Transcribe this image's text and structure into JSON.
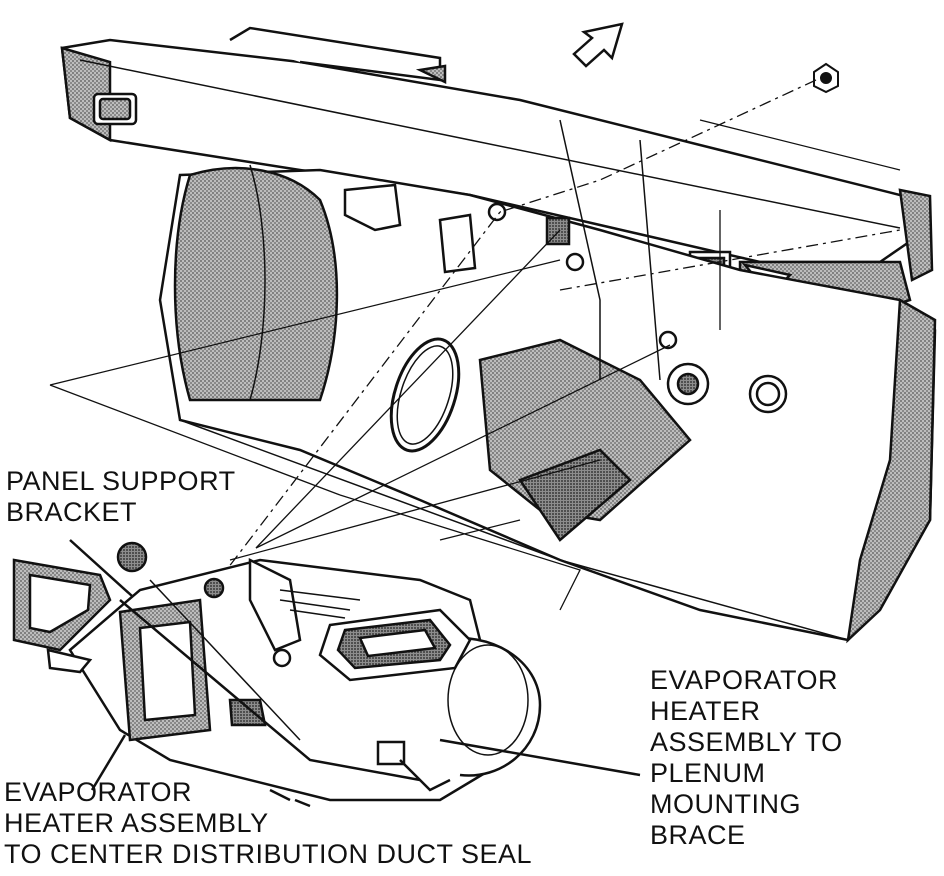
{
  "labels": {
    "panel_support_bracket": [
      "PANEL SUPPORT",
      "BRACKET"
    ],
    "evaporator_mounting_brace": [
      "EVAPORATOR",
      "HEATER",
      "ASSEMBLY TO",
      "PLENUM",
      "MOUNTING",
      "BRACE"
    ],
    "evaporator_duct_seal": [
      "EVAPORATOR",
      "HEATER ASSEMBLY",
      "TO CENTER DISTRIBUTION DUCT SEAL"
    ]
  },
  "colors": {
    "ink": "#111111",
    "shade": "#8a8a8a",
    "paper": "#ffffff"
  },
  "icons": {
    "direction_arrow": "forward-arrow-icon"
  }
}
